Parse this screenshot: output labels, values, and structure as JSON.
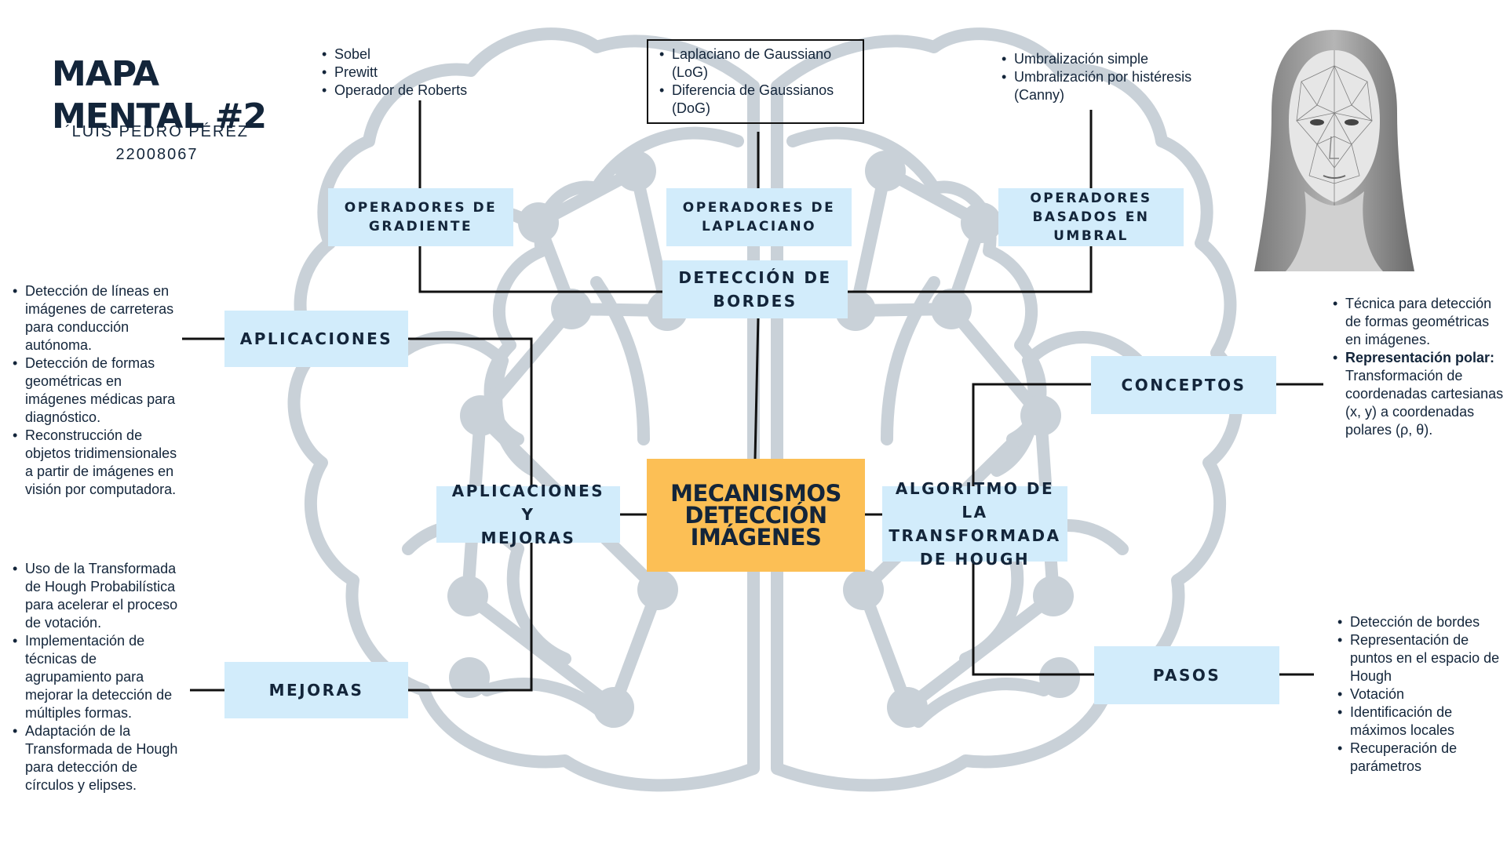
{
  "header": {
    "title_line1": "MAPA",
    "title_line2": "MENTAL #2",
    "author": "´LUIS PEDRO PÉREZ",
    "student_id": "22008067"
  },
  "central": {
    "line1": "MECANISMOS",
    "line2": "DETECCIÓN",
    "line3": "IMÁGENES"
  },
  "nodes": {
    "deteccion_bordes": {
      "line1": "DETECCIÓN DE",
      "line2": "BORDES"
    },
    "op_gradiente": {
      "line1": "OPERADORES DE",
      "line2": "GRADIENTE"
    },
    "op_laplaciano": {
      "line1": "OPERADORES DE",
      "line2": "LAPLACIANO"
    },
    "op_umbral": {
      "line1": "OPERADORES",
      "line2": "BASADOS EN",
      "line3": "UMBRAL"
    },
    "aplicaciones_mejoras": {
      "line1": "APLICACIONES Y",
      "line2": "MEJORAS"
    },
    "aplicaciones": {
      "label": "APLICACIONES"
    },
    "mejoras": {
      "label": "MEJORAS"
    },
    "hough": {
      "line1": "ALGORITMO DE LA",
      "line2": "TRANSFORMADA",
      "line3": "DE HOUGH"
    },
    "conceptos": {
      "label": "CONCEPTOS"
    },
    "pasos": {
      "label": "PASOS"
    }
  },
  "notes": {
    "gradiente": [
      "Sobel",
      "Prewitt",
      "Operador de Roberts"
    ],
    "laplaciano": [
      "Laplaciano de Gaussiano (LoG)",
      "Diferencia de Gaussianos (DoG)"
    ],
    "umbral": [
      "Umbralización simple",
      "Umbralización por histéresis (Canny)"
    ],
    "aplicaciones": [
      "Detección de líneas en imágenes de carreteras para conducción autónoma.",
      "Detección de formas geométricas en imágenes médicas para diagnóstico.",
      "Reconstrucción de objetos tridimensionales a partir de imágenes en visión por computadora."
    ],
    "mejoras": [
      "Uso de la Transformada de Hough Probabilística para acelerar el proceso de votación.",
      "Implementación de técnicas de agrupamiento para mejorar la detección de múltiples formas.",
      "Adaptación de la Transformada de Hough para detección de círculos y elipses."
    ],
    "conceptos": {
      "item1": "Técnica para detección de formas geométricas en imágenes.",
      "item2_bold": "Representación polar:",
      "item2_rest": " Transformación de coordenadas cartesianas (x, y) a coordenadas polares (ρ, θ)."
    },
    "pasos": [
      "Detección de bordes",
      "Representación de puntos en el espacio de Hough",
      "Votación",
      "Identificación de máximos locales",
      "Recuperación de parámetros"
    ]
  },
  "colors": {
    "node_fill": "#d2ecfb",
    "central_fill": "#fcbf55",
    "text": "#13253a",
    "brain_lines": "#c9d1d8",
    "connector": "#111111"
  }
}
